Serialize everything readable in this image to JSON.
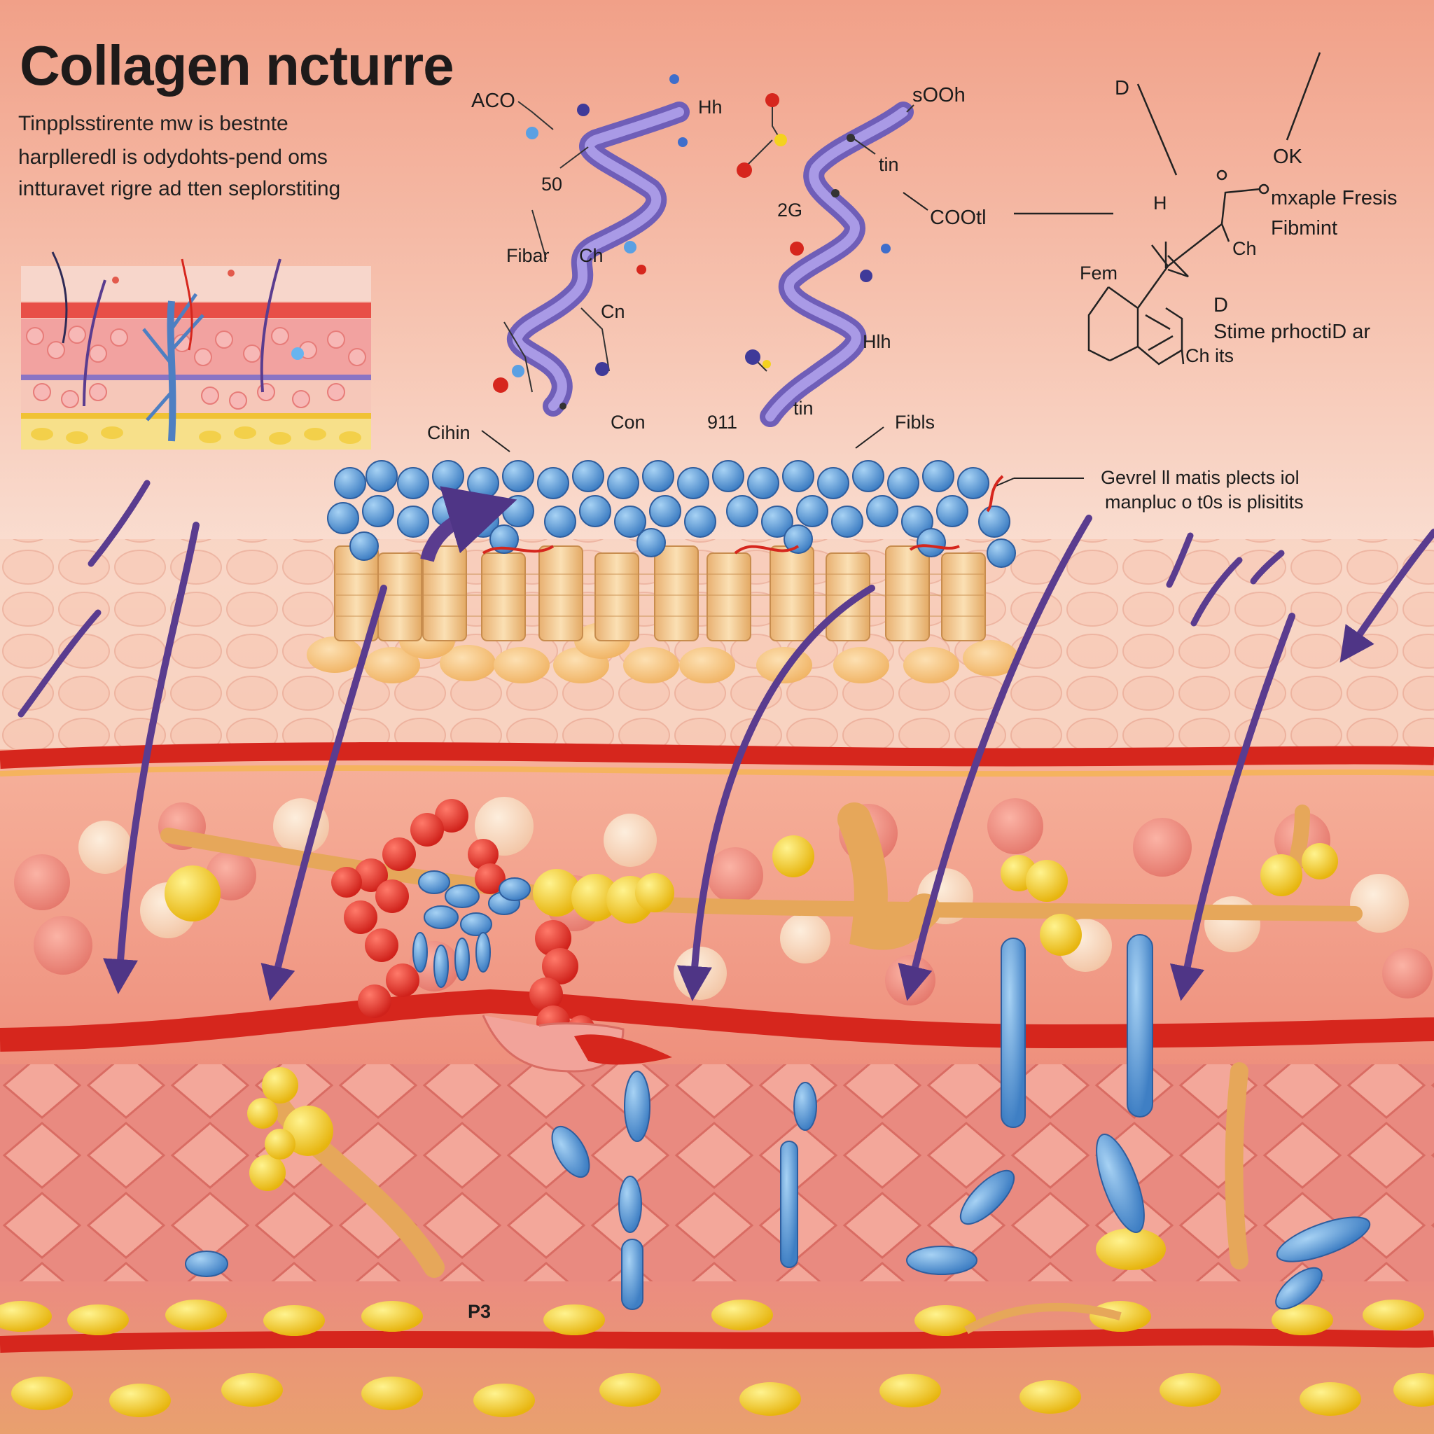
{
  "title": "Collagen ncturre",
  "intro": [
    "Tinpplsstirente mw is bestnte",
    "harplleredl is odydohts-pend oms",
    "intturavet rigre ad tten seplorstiting"
  ],
  "labels": {
    "aco": "ACO",
    "hh_top": "Hh",
    "num_50": "50",
    "fibar": "Fibar",
    "ch_mid": "Ch",
    "cn": "Cn",
    "con": "Con",
    "sooh": "sOOh",
    "tin_top": "tin",
    "num_2g": "2G",
    "cooh": "COOtl",
    "hih": "Hlh",
    "num_911": "911",
    "tin_bottom": "tin",
    "d_top": "D",
    "ok": "OK",
    "h_ring": "H",
    "mxaple": "mxaple Fresis",
    "fibmint": "Fibmint",
    "ch_ring": "Ch",
    "fem": "Fem",
    "d_mid": "D",
    "stime": "Stime prhoctiD ar",
    "ch_its": "Ch its",
    "cihin": "Cihin",
    "fibls": "Fibls",
    "gevrel_1": "Gevrel ll matis plects iol",
    "gevrel_2": "manpluc o t0s is plisitits",
    "p3": "P3"
  },
  "colors": {
    "background_top": "#f2a58c",
    "background_mid": "#f7d5c4",
    "helix": "#8a79c9",
    "arrow": "#5a3c8f",
    "vessel": "#d8271f",
    "blue_cell": "#5a97d3",
    "yellow_cell": "#f6d21f",
    "fibril": "#f3c27c"
  },
  "icons": [
    "inset-skin-cross-section",
    "collagen-helix-left",
    "collagen-helix-right",
    "benzene-ring-molecule",
    "collagen-fibril-bundle",
    "blood-vessel",
    "migration-arrow"
  ]
}
